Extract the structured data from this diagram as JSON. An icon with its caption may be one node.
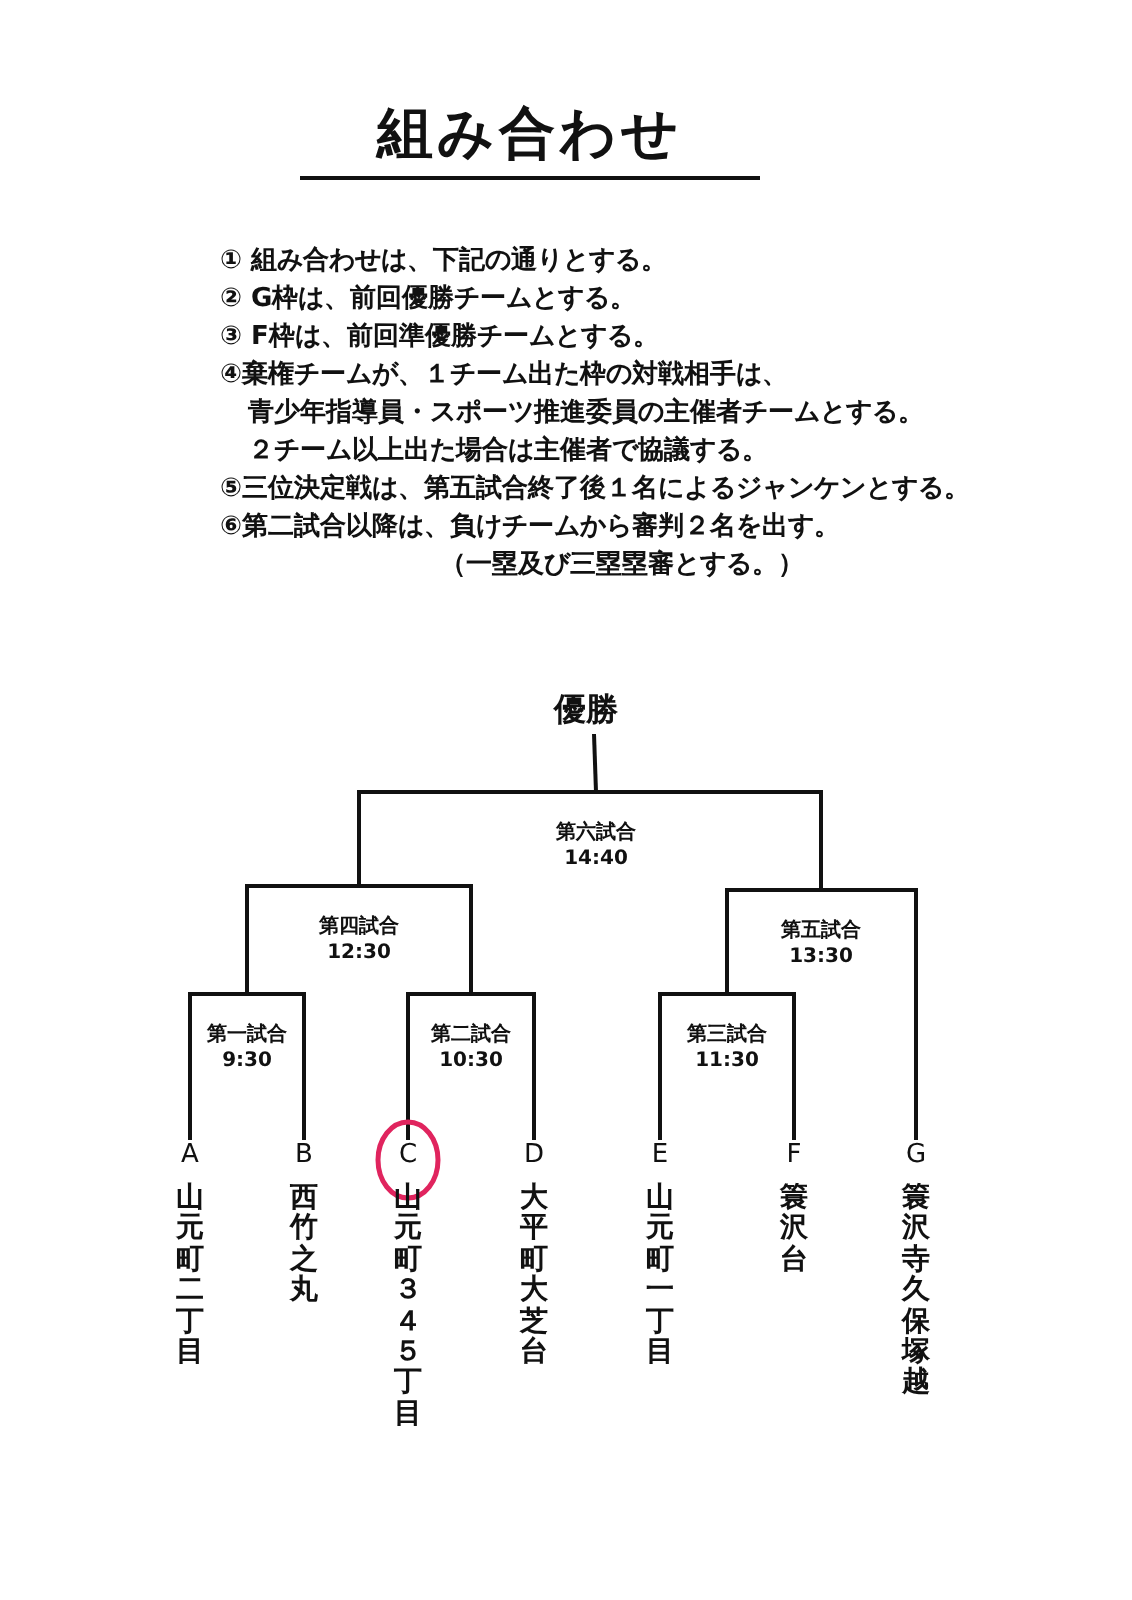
{
  "diagram": {
    "title": "組み合わせ",
    "nodes": [
      {
        "text": [
          "優勝"
        ]
      },
      {
        "text": [
          "第六試合",
          "14:40"
        ]
      },
      {
        "text": [
          "第四試合",
          "12:30"
        ]
      },
      {
        "text": [
          "第五試合",
          "13:30"
        ]
      },
      {
        "text": [
          "第一試合",
          "9:30"
        ]
      },
      {
        "text": [
          "第二試合",
          "10:30"
        ]
      },
      {
        "text": [
          "第三試合",
          "11:30"
        ]
      },
      {
        "text": [
          "A",
          "山元町二丁目"
        ]
      },
      {
        "text": [
          "B",
          "西竹之丸"
        ]
      },
      {
        "text": [
          "C",
          "山元町３４５丁目"
        ]
      },
      {
        "text": [
          "D",
          "大平町大芝台"
        ]
      },
      {
        "text": [
          "E",
          "山元町一丁目"
        ]
      },
      {
        "text": [
          "F",
          "簑沢台"
        ]
      },
      {
        "text": [
          "G",
          "簑沢寺久保塚越"
        ]
      }
    ],
    "edges": [
      {
        "from": 1,
        "to": 0,
        "arrow": "none"
      },
      {
        "from": 2,
        "to": 1,
        "arrow": "none"
      },
      {
        "from": 3,
        "to": 1,
        "arrow": "none"
      },
      {
        "from": 4,
        "to": 2,
        "arrow": "none"
      },
      {
        "from": 5,
        "to": 2,
        "arrow": "none"
      },
      {
        "from": 6,
        "to": 3,
        "arrow": "none"
      },
      {
        "from": 13,
        "to": 3,
        "arrow": "none"
      },
      {
        "from": 7,
        "to": 4,
        "arrow": "none"
      },
      {
        "from": 8,
        "to": 4,
        "arrow": "none"
      },
      {
        "from": 9,
        "to": 5,
        "arrow": "none"
      },
      {
        "from": 10,
        "to": 5,
        "arrow": "none"
      },
      {
        "from": 11,
        "to": 6,
        "arrow": "none"
      },
      {
        "from": 12,
        "to": 6,
        "arrow": "none"
      }
    ],
    "labels": [
      "① 組み合わせは、下記の通りとする。",
      "② G枠は、前回優勝チームとする。",
      "③ F枠は、前回準優勝チームとする。",
      "④棄権チームが、１チーム出た枠の対戦相手は、",
      "青少年指導員・スポーツ推進委員の主催者チームとする。",
      "２チーム以上出た場合は主催者で協議する。",
      "⑤三位決定戦は、第五試合終了後１名によるジャンケンとする。",
      "⑥第二試合以降は、負けチームから審判２名を出す。",
      "（一塁及び三塁塁審とする。）"
    ]
  }
}
